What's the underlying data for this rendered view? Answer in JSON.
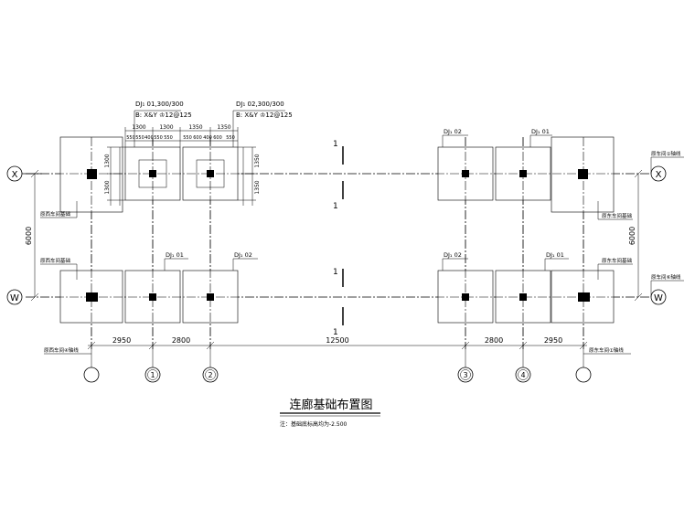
{
  "title": "连廊基础布置图",
  "note": "注：基础底标高均为-2.500",
  "rows": {
    "top": "X",
    "bottom": "W"
  },
  "columns": [
    "",
    "1",
    "2",
    "3",
    "4",
    ""
  ],
  "dims": {
    "left_vertical": "6000",
    "right_vertical": "6000",
    "bottom": [
      "2950",
      "2800",
      "12500",
      "2800",
      "2950"
    ],
    "pad_top": [
      "1300",
      "1300",
      "1350",
      "1350"
    ],
    "pad_sub": [
      "550",
      "550",
      "400",
      "550",
      "550",
      "550",
      "600",
      "400",
      "600",
      "550"
    ],
    "pad_left": [
      "1300",
      "1300"
    ],
    "pad_right": [
      "1350",
      "1350"
    ]
  },
  "pads": {
    "dj01_spec": "DJ₁ 01,300/300",
    "dj01_rebar": "B: X&Y ♔12@125",
    "dj02_spec": "DJ₁ 02,300/300",
    "dj02_rebar": "B: X&Y ♔12@125",
    "dj01": "DJ₁ 01",
    "dj02": "DJ₁ 02"
  },
  "section": {
    "mark": "1"
  },
  "annotations": {
    "west_found": "原西车间基础",
    "east_found": "原东车间基础",
    "west_axis4": "原西车间④轴线",
    "east_axis1": "原东车间①轴线",
    "east_axisX": "原车间①轴线",
    "east_axisW": "原车间⑥轴线"
  }
}
